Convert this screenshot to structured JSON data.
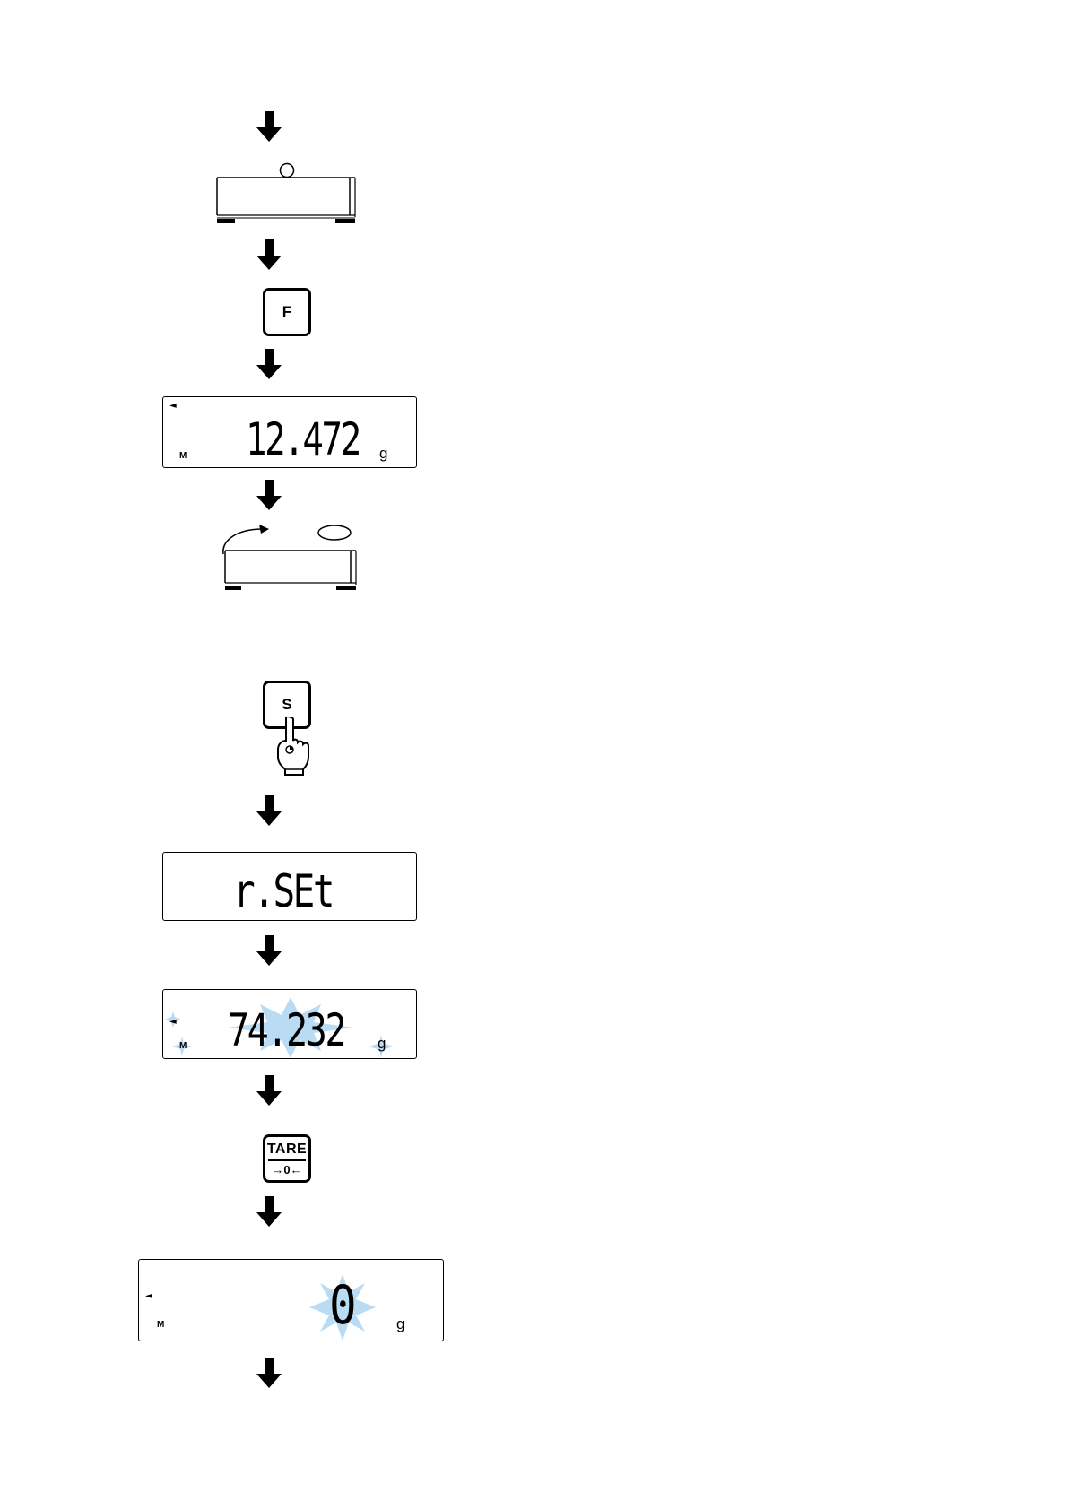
{
  "keys": {
    "f_label": "F",
    "s_label": "S",
    "tare_top": "TARE",
    "tare_bottom": "→0←"
  },
  "displays": {
    "d1": {
      "marker": "◄",
      "mode": "M",
      "value": "12.472",
      "unit": "g"
    },
    "d2": {
      "value": "r.SEt"
    },
    "d3": {
      "marker": "◄",
      "mode": "M",
      "value": "74.232",
      "unit": "g"
    },
    "d4": {
      "marker": "◄",
      "mode": "M",
      "value": "0",
      "unit": "g"
    }
  },
  "colors": {
    "line": "#000000",
    "flash": "#b9dbf4",
    "background": "#ffffff"
  }
}
